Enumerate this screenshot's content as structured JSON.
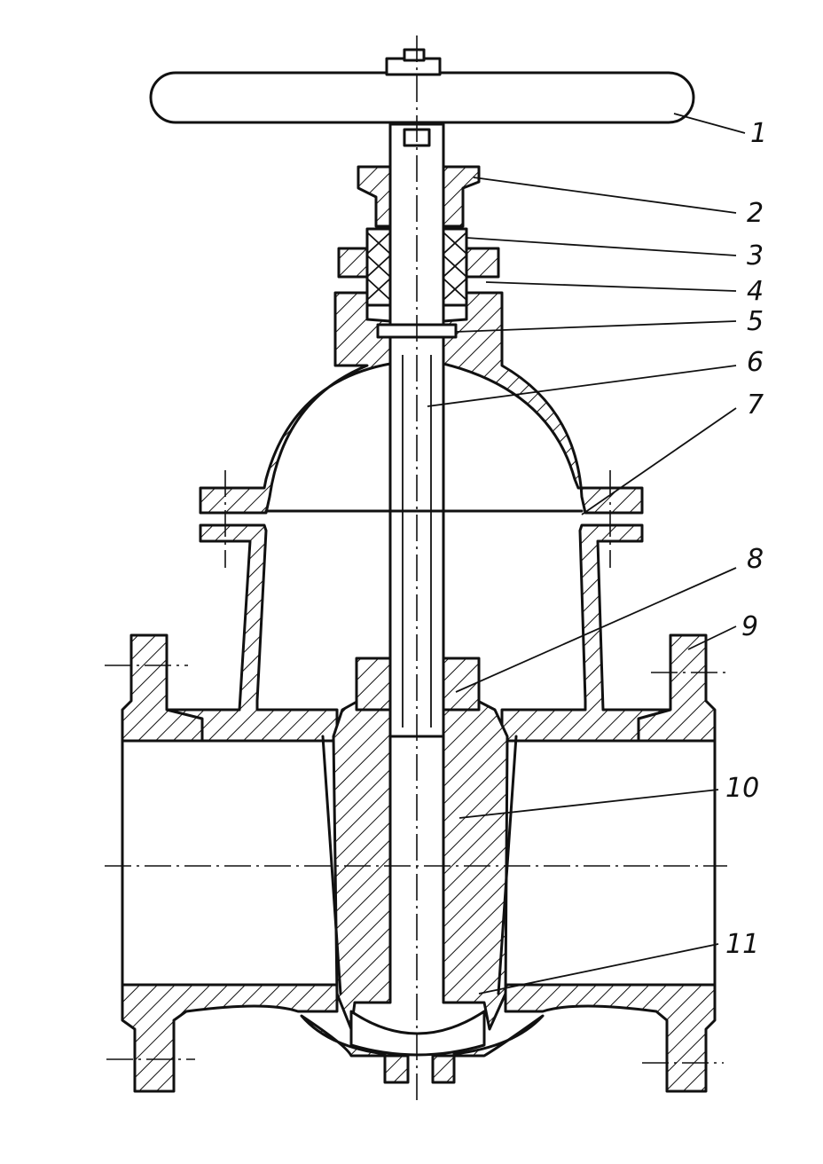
{
  "figure": {
    "subject": "gate-valve-cross-section",
    "callouts": [
      {
        "id": "callout-1",
        "text": "1"
      },
      {
        "id": "callout-2",
        "text": "2"
      },
      {
        "id": "callout-3",
        "text": "3"
      },
      {
        "id": "callout-4",
        "text": "4"
      },
      {
        "id": "callout-5",
        "text": "5"
      },
      {
        "id": "callout-6",
        "text": "6"
      },
      {
        "id": "callout-7",
        "text": "7"
      },
      {
        "id": "callout-8",
        "text": "8"
      },
      {
        "id": "callout-9",
        "text": "9"
      },
      {
        "id": "callout-10",
        "text": "10"
      },
      {
        "id": "callout-11",
        "text": "11"
      }
    ]
  },
  "colors": {
    "ink": "#111111",
    "paper": "#ffffff"
  }
}
